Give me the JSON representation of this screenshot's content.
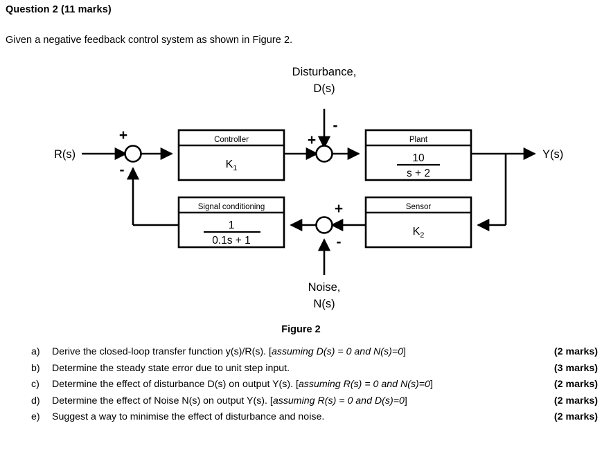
{
  "document": {
    "title": "Question 2 (11 marks)",
    "intro": "Given a negative feedback control system as shown in Figure 2.",
    "figure_caption": "Figure 2"
  },
  "diagram": {
    "type": "block-diagram",
    "description": "Negative feedback control system block diagram",
    "signals": {
      "input": "R(s)",
      "output": "Y(s)",
      "disturbance_line1": "Disturbance,",
      "disturbance_line2": "D(s)",
      "noise_line1": "Noise,",
      "noise_line2": "N(s)"
    },
    "blocks": [
      {
        "id": "controller",
        "title": "Controller",
        "body": "K",
        "subscript": "1",
        "kind": "plain"
      },
      {
        "id": "plant",
        "title": "Plant",
        "numerator": "10",
        "denominator": "s + 2",
        "kind": "fraction"
      },
      {
        "id": "signal-conditioning",
        "title": "Signal conditioning",
        "numerator": "1",
        "denominator": "0.1s + 1",
        "kind": "fraction"
      },
      {
        "id": "sensor",
        "title": "Sensor",
        "body": "K",
        "subscript": "2",
        "kind": "plain"
      }
    ],
    "summing_junctions": [
      {
        "id": "error-junction",
        "signs": {
          "top": "+",
          "bottom": "-"
        }
      },
      {
        "id": "disturbance-junction",
        "signs": {
          "left": "+",
          "right": "-"
        }
      },
      {
        "id": "noise-junction",
        "signs": {
          "top_right": "+",
          "bottom_right": "-"
        }
      }
    ],
    "colors": {
      "stroke": "#000000",
      "fill": "#ffffff",
      "text": "#000000"
    }
  },
  "questions": [
    {
      "marker": "a)",
      "text_before": "Derive the closed-loop transfer function y(s)/R(s). [",
      "text_italic": "assuming D(s) = 0 and N(s)=0",
      "text_after": "]",
      "marks": "(2 marks)",
      "marks_number": "2",
      "marks_word": " marks)"
    },
    {
      "marker": "b)",
      "text_before": "Determine the steady state error due to unit step input.",
      "text_italic": "",
      "text_after": "",
      "marks": "(3 marks)",
      "marks_number": "3",
      "marks_word": " marks)"
    },
    {
      "marker": "c)",
      "text_before": "Determine the effect of disturbance D(s) on output Y(s). [",
      "text_italic": "assuming R(s) = 0 and N(s)=0",
      "text_after": "]",
      "marks": "(2 marks)",
      "marks_number": "2",
      "marks_word": " marks)"
    },
    {
      "marker": "d)",
      "text_before": "Determine the effect of Noise N(s) on output Y(s). [",
      "text_italic": "assuming R(s) = 0 and D(s)=0",
      "text_after": "]",
      "marks": "(2 marks)",
      "marks_number": "2",
      "marks_word": " marks)"
    },
    {
      "marker": "e)",
      "text_before": "Suggest a way to minimise the effect of disturbance and noise.",
      "text_italic": "",
      "text_after": "",
      "marks": "(2 marks)",
      "marks_number": "2",
      "marks_word": " marks)"
    }
  ]
}
